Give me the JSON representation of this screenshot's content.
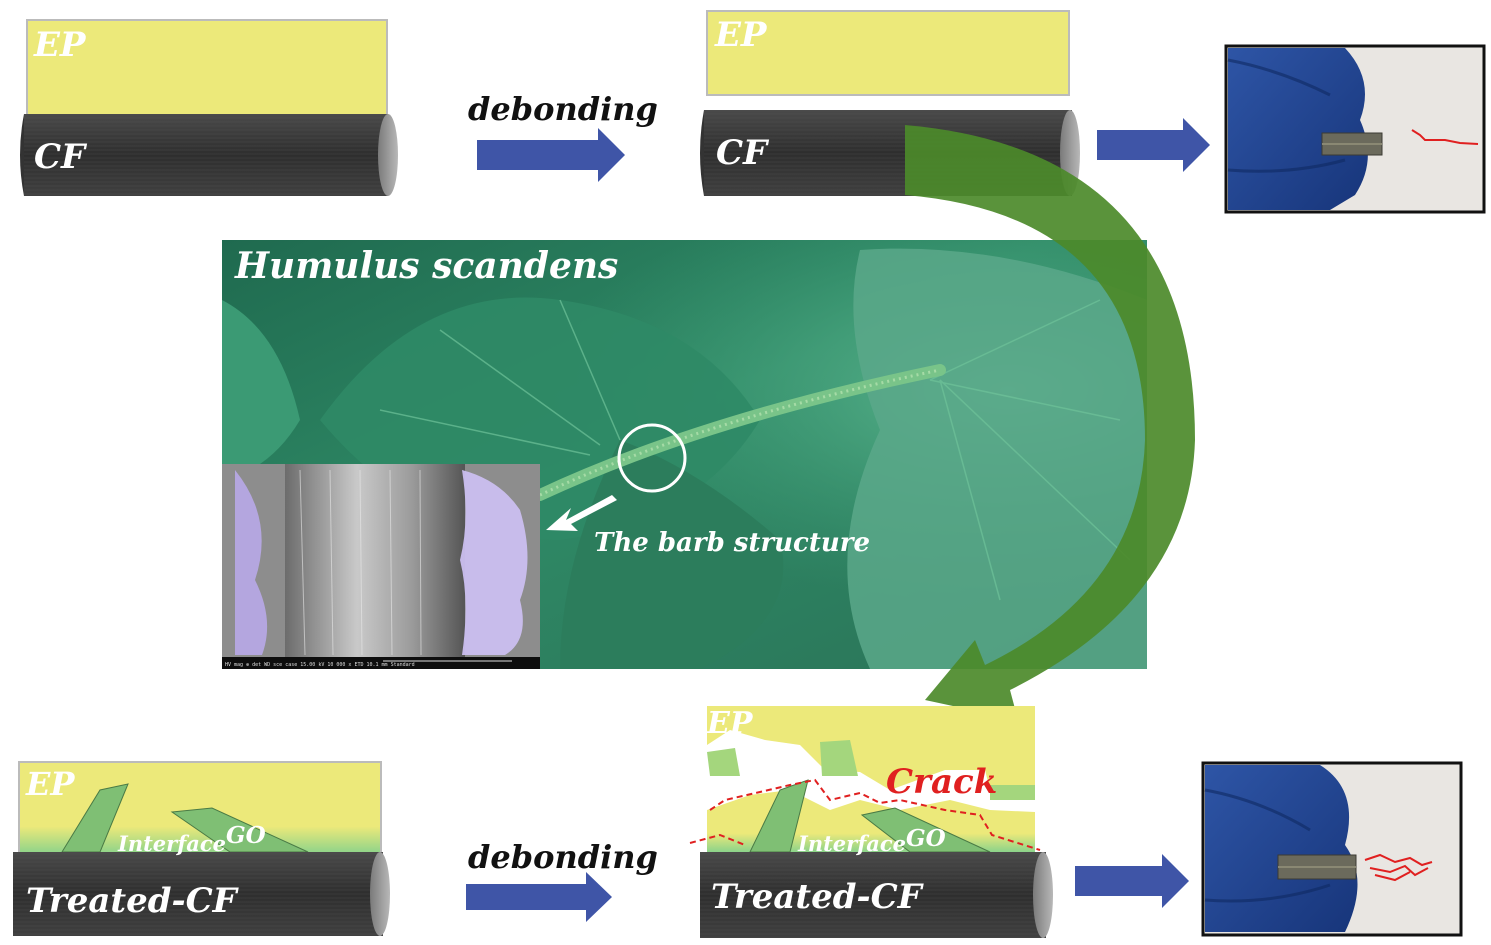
{
  "top_row": {
    "ep_label_left": "EP",
    "cf_label_left": "CF",
    "arrow_label": "debonding",
    "ep_label_right": "EP",
    "cf_label_right": "CF"
  },
  "middle": {
    "plant_name": "Humulus scandens",
    "barb_label": "The barb structure",
    "sem_info": "HV   mag   ⊕ det  WD  sce case   15.00 kV  10 000 x  ETD  10.1 mm  Standard"
  },
  "bottom_row": {
    "ep_label_left": "EP",
    "interface_label_left": "Interface",
    "go_label_left": "GO",
    "treated_label_left": "Treated-CF",
    "arrow_label": "debonding",
    "ep_label_right": "EP",
    "crack_label": "Crack",
    "interface_label_right": "Interface",
    "go_label_right": "GO",
    "treated_label_right": "Treated-CF"
  },
  "colors": {
    "epoxy": "#ece97a",
    "fiber": "#3b3b3b",
    "blue_arrow": "#3f55a7",
    "green_arrow": "#4c8a2a",
    "crack": "#e02020",
    "leaf": "#3d9a73"
  }
}
